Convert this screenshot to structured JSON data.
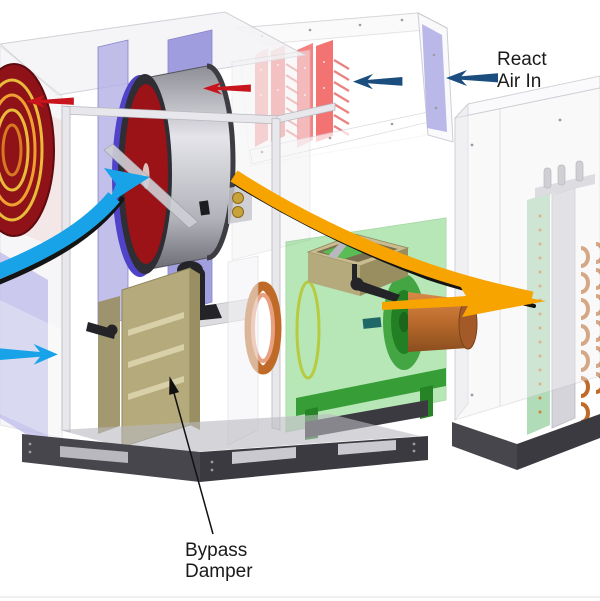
{
  "labels": {
    "react_air_in": {
      "line1": "React",
      "line2": "Air In"
    },
    "bypass_damper": {
      "line1": "Bypass",
      "line2": "Damper"
    }
  },
  "arrows": [
    {
      "name": "react-air-in-arrow",
      "color_ref": "react_navy",
      "direction": "left"
    },
    {
      "name": "react-duct-arrow",
      "color_ref": "react_navy",
      "direction": "left"
    },
    {
      "name": "react-air-out-arrow",
      "color_ref": "exhaust_red",
      "direction": "left"
    },
    {
      "name": "wheel-top-exhaust-arrow",
      "color_ref": "exhaust_red",
      "direction": "left"
    },
    {
      "name": "process-air-in-curved-arrow",
      "color_ref": "process_blue",
      "direction": "right-into-wheel"
    },
    {
      "name": "process-air-in-straight-arrow",
      "color_ref": "process_blue",
      "direction": "right"
    },
    {
      "name": "dry-air-curved-arrow",
      "color_ref": "hot_orange",
      "direction": "down-right"
    },
    {
      "name": "dry-air-out-arrow",
      "color_ref": "hot_orange",
      "direction": "right"
    }
  ],
  "colors": {
    "react_navy": "#1b4d7e",
    "process_blue": "#18a3e8",
    "hot_orange": "#f7a400",
    "exhaust_red": "#c8141c",
    "heater_red": "#ee3333",
    "wheel_face_red": "#9b1217",
    "wheel_seal_purple": "#4f43c8",
    "filter_lavender": "#b3b0e6",
    "filter_violet": "#8b88d8",
    "blower_green": "#55c455",
    "blower_green_dark": "#2f9a2f",
    "coil_green": "#a8d8b0",
    "copper": "#c06a28",
    "damper_tan": "#b5aa7c",
    "damper_tan_dark": "#998e60",
    "base_dark": "#46464c",
    "base_darker": "#3a3a40",
    "motor_black": "#242428",
    "gold": "#c8a23a",
    "label_text": "#1a1a1a",
    "leader_black": "#111111"
  }
}
